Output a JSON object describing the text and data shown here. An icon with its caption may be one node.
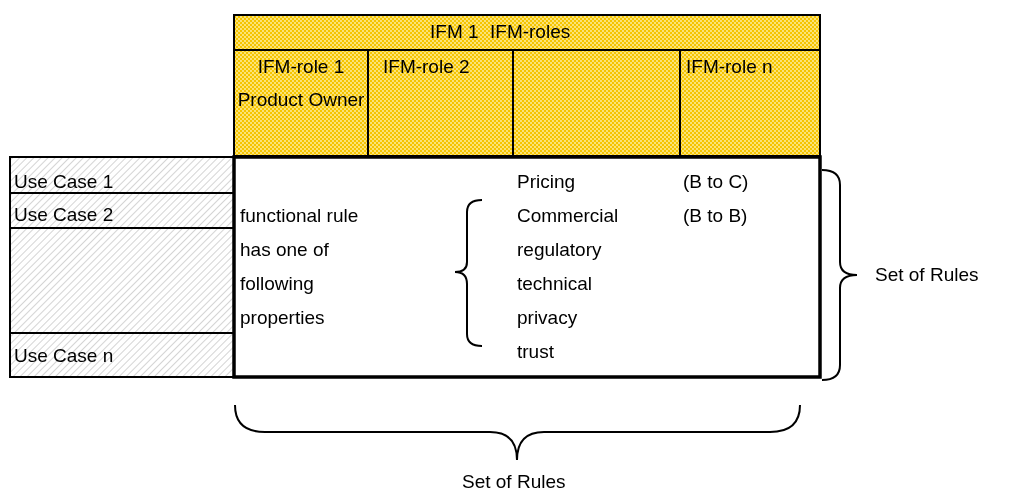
{
  "diagram": {
    "labels": [
      "IFM 1",
      "IFM-roles",
      "IFM-role 1 Product Owner",
      "IFM-role 2",
      "IFM-role n",
      "Use Case 1",
      "Pricing",
      "(B to C)",
      "Use Case 2",
      "functional rule has one of following properties",
      "Commercial",
      "(B to B)",
      "regulatory",
      "technical",
      "privacy",
      "Use Case n",
      "trust",
      "Set of Rules",
      "Set of Rules"
    ]
  }
}
